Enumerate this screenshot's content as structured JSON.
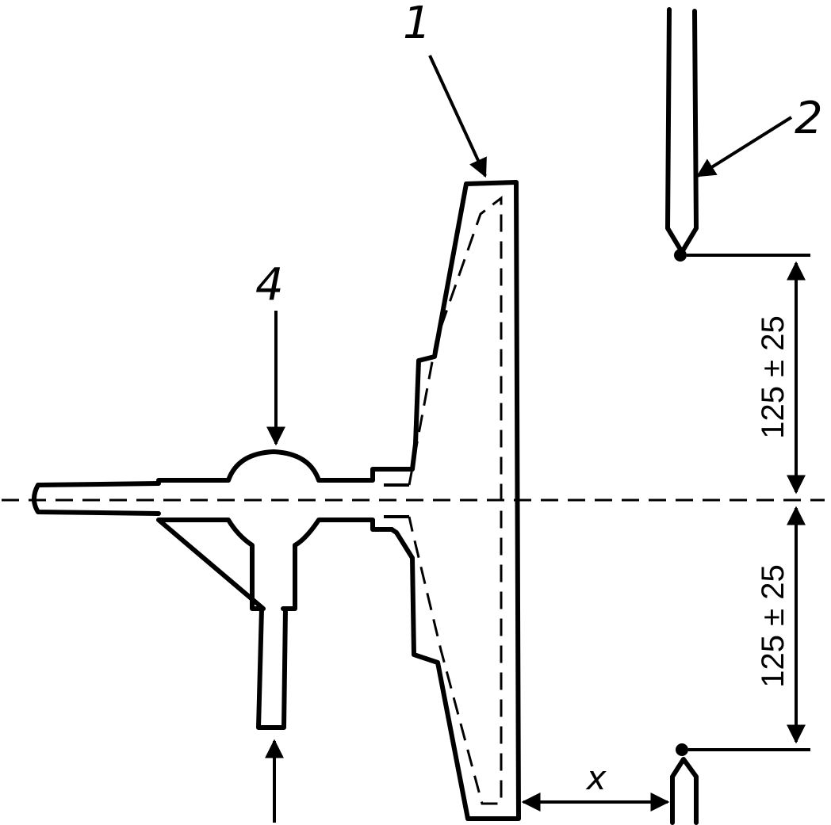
{
  "callouts": {
    "label_1": "1",
    "label_2": "2",
    "label_4": "4"
  },
  "dimensions": {
    "upper_gap": "125 ± 25",
    "lower_gap": "125 ± 25",
    "distance_x": "x"
  }
}
